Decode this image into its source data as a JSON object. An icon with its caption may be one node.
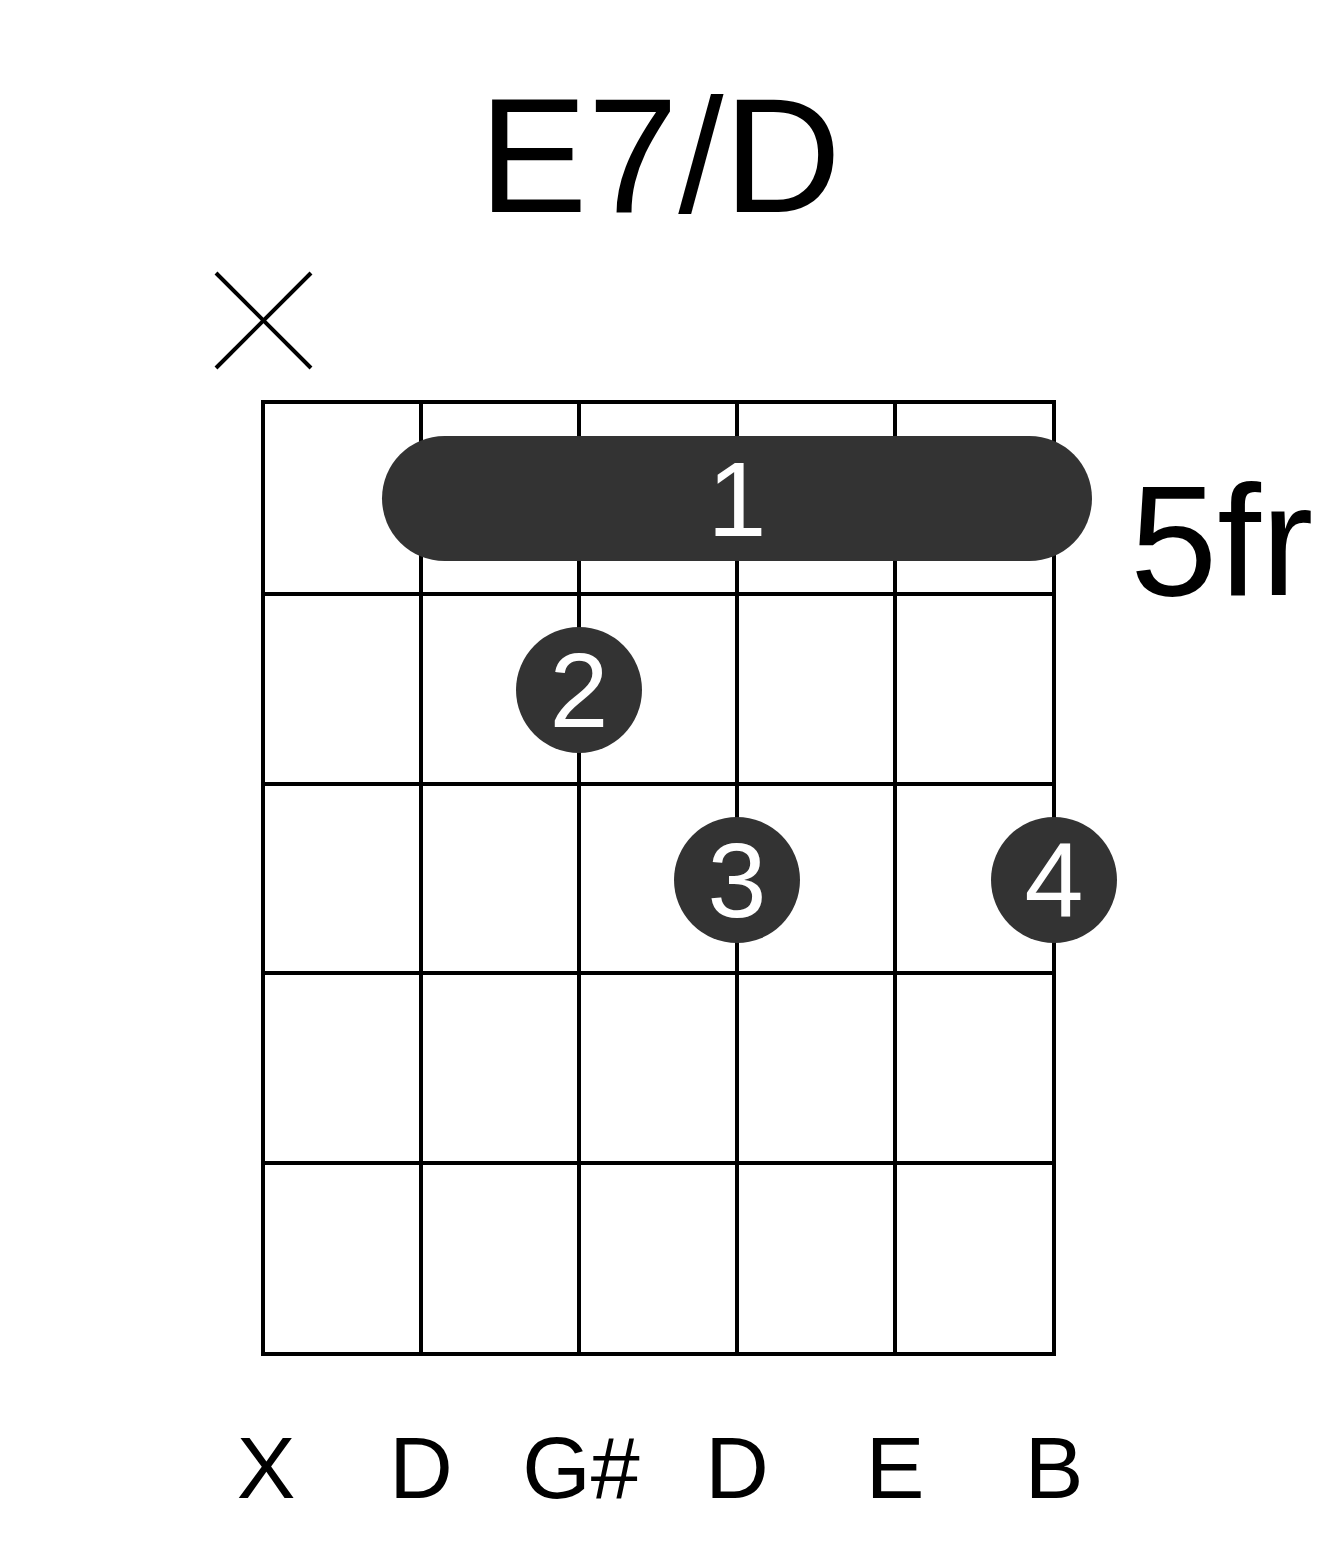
{
  "diagram": {
    "title": "E7/D",
    "nodes": [
      {
        "text": [
          "1"
        ]
      },
      {
        "text": [
          "2"
        ]
      },
      {
        "text": [
          "3"
        ]
      },
      {
        "text": [
          "4"
        ]
      }
    ],
    "labels": [
      "5fr",
      "X",
      "D",
      "G#",
      "D",
      "E",
      "B"
    ]
  }
}
